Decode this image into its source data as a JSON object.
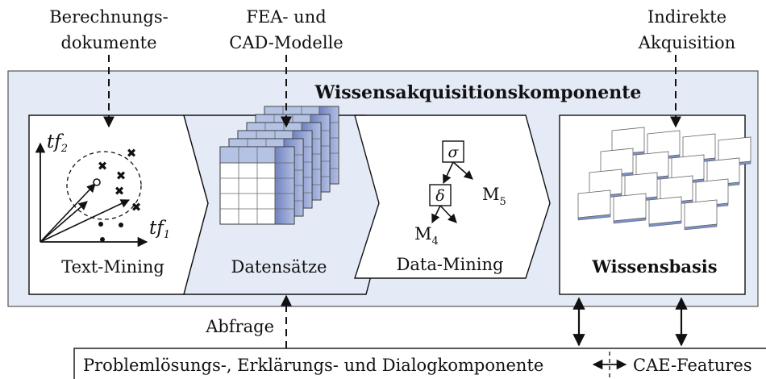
{
  "inputs": {
    "left_line1": "Berechnungs-",
    "left_line2": "dokumente",
    "mid_line1": "FEA- und",
    "mid_line2": "CAD-Modelle",
    "right_line1": "Indirekte",
    "right_line2": "Akquisition"
  },
  "component_title": "Wissensakquisitionskomponente",
  "stages": {
    "text_mining": "Text-Mining",
    "datensaetze": "Datensätze",
    "data_mining": "Data-Mining",
    "wissensbasis": "Wissensbasis"
  },
  "text_mining_axes": {
    "y": "tf",
    "y_sub": "2",
    "x": "tf",
    "x_sub": "1"
  },
  "decision_tree": {
    "root": "σ",
    "node": "δ",
    "leaf_right": "M",
    "leaf_right_sub": "5",
    "leaf_left": "M",
    "leaf_left_sub": "4"
  },
  "query_label": "Abfrage",
  "bottom_bar": {
    "left": "Problemlösungs-, Erklärungs- und Dialogkomponente",
    "right": "CAE-Features"
  },
  "colors": {
    "component_fill": "#e4eaf6",
    "accent_blue": "#7d90c8",
    "stroke": "#111111"
  }
}
